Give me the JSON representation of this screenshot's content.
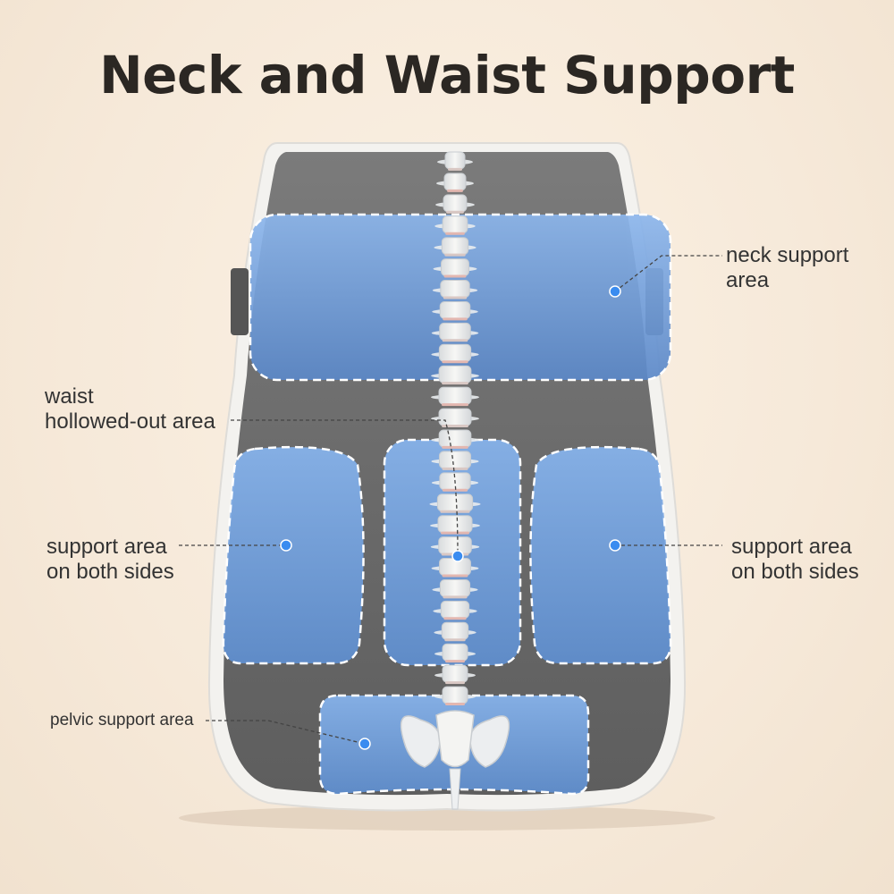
{
  "title": "Neck and Waist Support",
  "labels": {
    "neck_line1": "neck support",
    "neck_line2": "area",
    "waist_line1": "waist",
    "waist_line2": "hollowed-out area",
    "left_side_line1": "support area",
    "left_side_line2": "on both sides",
    "right_side_line1": "support area",
    "right_side_line2": "on both sides",
    "pelvic": "pelvic support area"
  },
  "colors": {
    "background": "#f6e9d9",
    "cushion": "#6e6e6e",
    "cushion_edge": "#f2f2f0",
    "zone_fill": "#6f9fdc",
    "zone_dot": "#3a8cf0",
    "text": "#333333"
  },
  "icons": {
    "spine": "spine-illustration"
  }
}
